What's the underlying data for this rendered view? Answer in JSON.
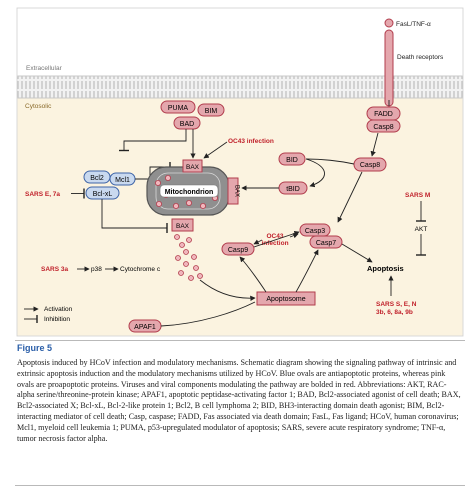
{
  "diagram": {
    "regions": {
      "extracellular": "Extracellular",
      "cytosolic": "Cytosolic"
    },
    "receptor": {
      "ligand": "FasL/TNF-α",
      "receptor_label": "Death receptors"
    },
    "nodes": {
      "puma": "PUMA",
      "bim": "BIM",
      "bad": "BAD",
      "bax_top": "BAX",
      "bax_right": "BAX",
      "bax_bottom": "BAX",
      "bcl2": "Bcl2",
      "mcl1": "Mcl1",
      "bclxl": "Bcl-xL",
      "mitochondrion": "Mitochondrion",
      "bid": "BID",
      "tbid": "tBID",
      "fadd": "FADD",
      "casp8_a": "Casp8",
      "casp8_b": "Casp8",
      "casp9": "Casp9",
      "casp3": "Casp3",
      "casp7": "Casp7",
      "apoptosome": "Apoptosome",
      "apaf1": "APAF1",
      "apoptosis": "Apoptosis",
      "akt": "AKT"
    },
    "annotations": {
      "oc43_a": "OC43 infection",
      "oc43_b_line1": "OC43",
      "oc43_b_line2": "infection",
      "sars_m": "SARS M",
      "sars_e7a": "SARS E, 7a",
      "sars_3a": "SARS 3a",
      "p38": "p38",
      "cytochrome_c": "Cytochrome c",
      "sars_sen_line1": "SARS S, E, N",
      "sars_sen_line2": "3b, 6, 8a, 9b"
    },
    "legend": {
      "activation": "Activation",
      "inhibition": "Inhibition"
    }
  },
  "figure": {
    "label": "Figure 5",
    "caption": "Apoptosis induced by HCoV infection and modulatory mechanisms. Schematic diagram showing the signaling pathway of intrinsic and extrinsic apoptosis induction and the modulatory mechanisms utilized by HCoV. Blue ovals are antiapoptotic proteins, whereas pink ovals are proapoptotic proteins. Viruses and viral components modulating the pathway are bolded in red. Abbreviations: AKT, RAC-alpha serine/threonine-protein kinase; APAF1, apoptotic peptidase-activating factor 1; BAD, Bcl2-associated agonist of cell death; BAX, Bcl2-associated X; Bcl-xL, Bcl-2-like protein 1; Bcl2, B cell lymphoma 2; BID, BH3-interacting domain death agonist; BIM, Bcl2-interacting mediator of cell death; Casp, caspase; FADD, Fas associated via death domain; FasL, Fas ligand; HCoV, human coronavirus; Mcl1, myeloid cell leukemia 1; PUMA, p53-upregulated modulator of apoptosis; SARS, severe acute respiratory syndrome; TNF-α, tumor necrosis factor alpha."
  },
  "colors": {
    "proapoptotic_fill": "#e4a7ad",
    "proapoptotic_stroke": "#b23d4d",
    "antiapoptotic_fill": "#c9d9ef",
    "antiapoptotic_stroke": "#3e64a7",
    "viral_text": "#c0202a",
    "cytosol_fill": "#fbf3e0",
    "membrane": "#c8c8c8",
    "mito_fill": "#8f8f8f",
    "figure_label": "#2a5ea8"
  }
}
